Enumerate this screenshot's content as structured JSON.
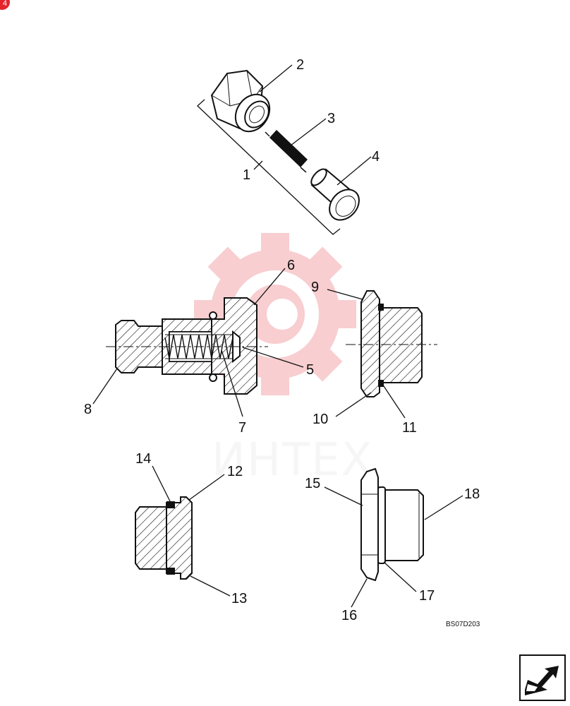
{
  "badge": {
    "label": "4"
  },
  "watermark": {
    "text": "ИНТЕХ",
    "color": "#e3262e"
  },
  "callouts": {
    "c1": "1",
    "c2": "2",
    "c3": "3",
    "c4": "4",
    "c5": "5",
    "c6": "6",
    "c7": "7",
    "c8": "8",
    "c9": "9",
    "c10": "10",
    "c11": "11",
    "c12": "12",
    "c13": "13",
    "c14": "14",
    "c15": "15",
    "c16": "16",
    "c17": "17",
    "c18": "18"
  },
  "drawing_code": "BS07D203",
  "nav": {
    "icon": "arrow-icon"
  }
}
